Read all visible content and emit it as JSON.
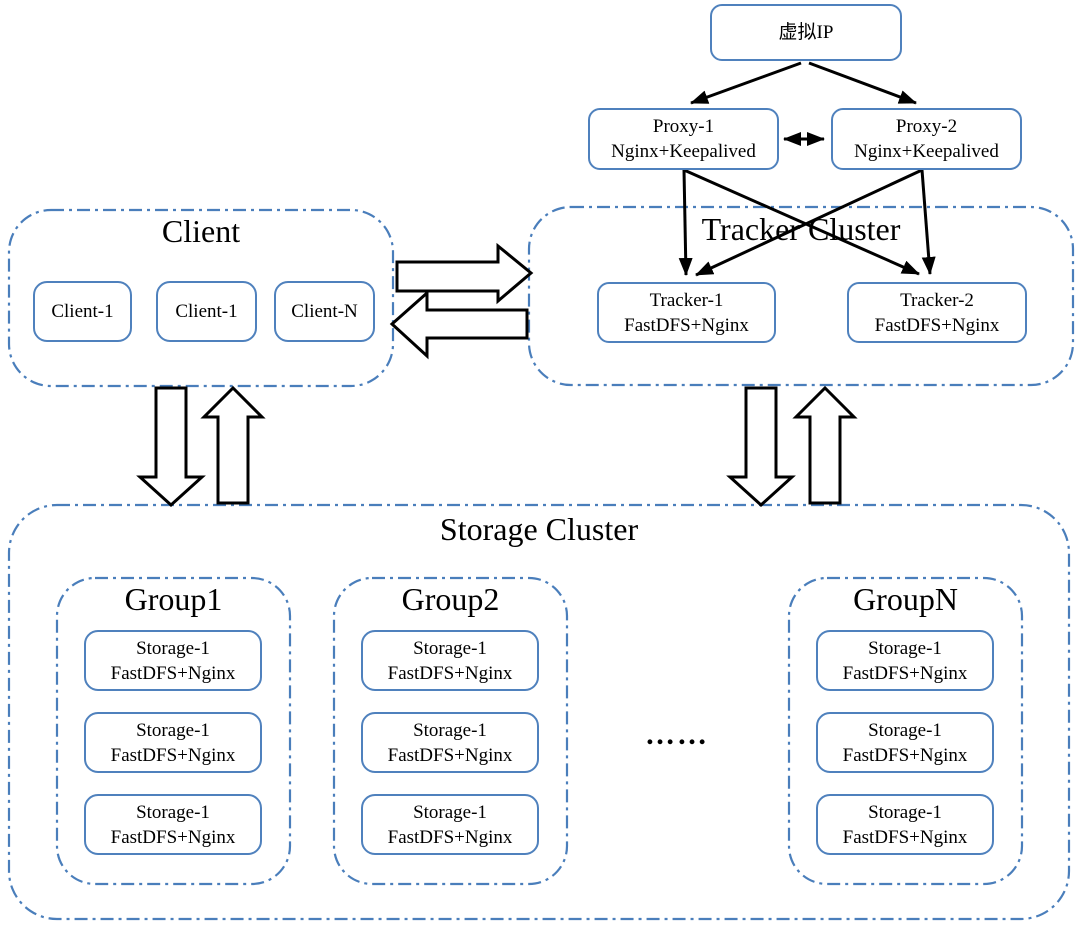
{
  "colors": {
    "node_border": "#4f81bd",
    "cluster_border": "#4a7ebb",
    "arrow": "#000000",
    "background": "#ffffff"
  },
  "vip": {
    "label": "虚拟IP"
  },
  "proxy1": {
    "name": "Proxy-1",
    "stack": "Nginx+Keepalived"
  },
  "proxy2": {
    "name": "Proxy-2",
    "stack": "Nginx+Keepalived"
  },
  "client_cluster": {
    "title": "Client",
    "nodes": [
      {
        "label": "Client-1"
      },
      {
        "label": "Client-1"
      },
      {
        "label": "Client-N"
      }
    ]
  },
  "tracker_cluster": {
    "title": "Tracker Cluster",
    "nodes": [
      {
        "name": "Tracker-1",
        "stack": "FastDFS+Nginx"
      },
      {
        "name": "Tracker-2",
        "stack": "FastDFS+Nginx"
      }
    ]
  },
  "storage_cluster": {
    "title": "Storage Cluster",
    "ellipsis": "……",
    "groups": [
      {
        "title": "Group1",
        "nodes": [
          {
            "name": "Storage-1",
            "stack": "FastDFS+Nginx"
          },
          {
            "name": "Storage-1",
            "stack": "FastDFS+Nginx"
          },
          {
            "name": "Storage-1",
            "stack": "FastDFS+Nginx"
          }
        ]
      },
      {
        "title": "Group2",
        "nodes": [
          {
            "name": "Storage-1",
            "stack": "FastDFS+Nginx"
          },
          {
            "name": "Storage-1",
            "stack": "FastDFS+Nginx"
          },
          {
            "name": "Storage-1",
            "stack": "FastDFS+Nginx"
          }
        ]
      },
      {
        "title": "GroupN",
        "nodes": [
          {
            "name": "Storage-1",
            "stack": "FastDFS+Nginx"
          },
          {
            "name": "Storage-1",
            "stack": "FastDFS+Nginx"
          },
          {
            "name": "Storage-1",
            "stack": "FastDFS+Nginx"
          }
        ]
      }
    ]
  }
}
